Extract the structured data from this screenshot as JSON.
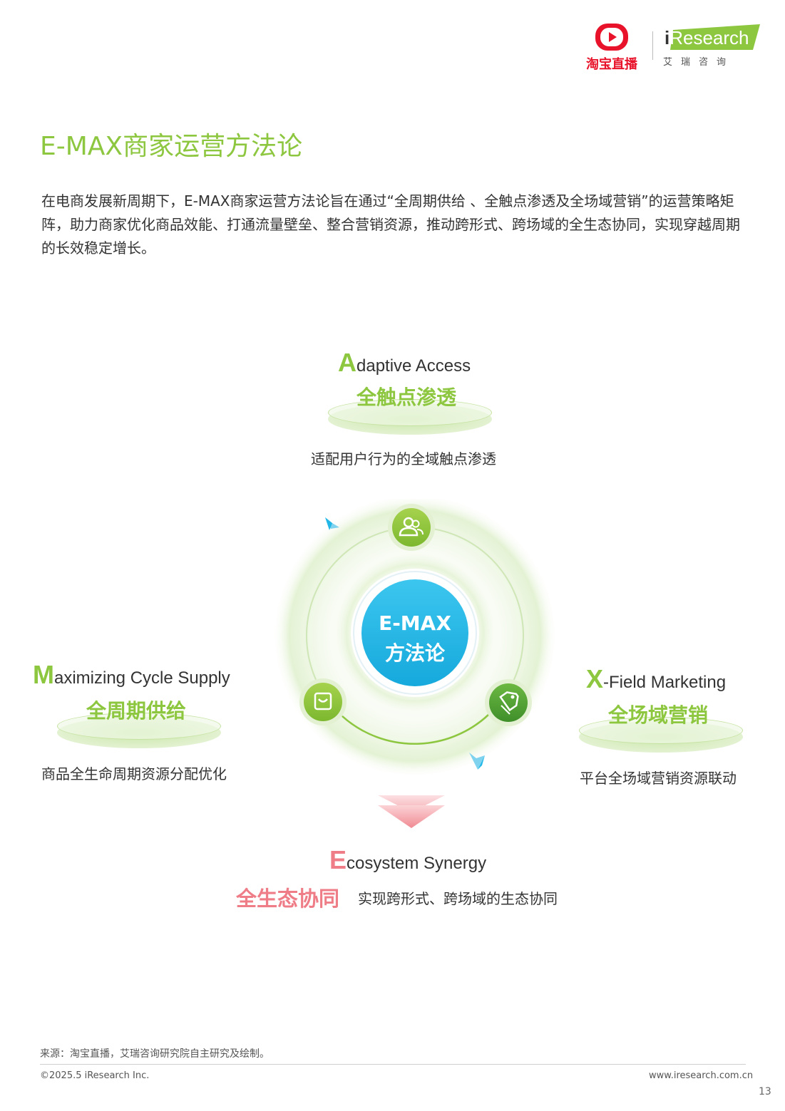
{
  "header": {
    "taobao_logo_text": "淘宝直播",
    "iresearch_logo_i": "i",
    "iresearch_logo_word": "Research",
    "iresearch_logo_cn": "艾瑞咨询"
  },
  "page_title": "E-MAX商家运营方法论",
  "intro_text": "在电商发展新周期下，E-MAX商家运营方法论旨在通过“全周期供给 、全触点渗透及全场域营销”的运营策略矩阵，助力商家优化商品效能、打通流量壁垒、整合营销资源，推动跨形式、跨场域的全生态协同，实现穿越周期的长效稳定增长。",
  "diagram": {
    "center_line1": "E-MAX",
    "center_line2": "方法论",
    "pillars": {
      "adaptive": {
        "initial": "A",
        "rest": "daptive Access",
        "cn_title": "全触点渗透",
        "description": "适配用户行为的全域触点渗透",
        "icon": "users-icon"
      },
      "maximizing": {
        "initial": "M",
        "rest": "aximizing Cycle Supply",
        "cn_title": "全周期供给",
        "description": "商品全生命周期资源分配优化",
        "icon": "shopping-bag-icon"
      },
      "xfield": {
        "initial": "X",
        "rest": "-Field Marketing",
        "cn_title": "全场域营销",
        "description": "平台全场域营销资源联动",
        "icon": "price-tags-icon"
      }
    },
    "ecosystem": {
      "initial": "E",
      "rest": "cosystem Synergy",
      "cn_title": "全生态协同",
      "description": "实现跨形式、跨场域的生态协同"
    },
    "colors": {
      "green": "#8dc63f",
      "dark_green": "#5aa632",
      "blue": "#22b7e6",
      "pink": "#ee7d87"
    }
  },
  "footer": {
    "source": "来源：淘宝直播，艾瑞咨询研究院自主研究及绘制。",
    "copyright": "©2025.5 iResearch Inc.",
    "website": "www.iresearch.com.cn",
    "page_number": "13"
  }
}
